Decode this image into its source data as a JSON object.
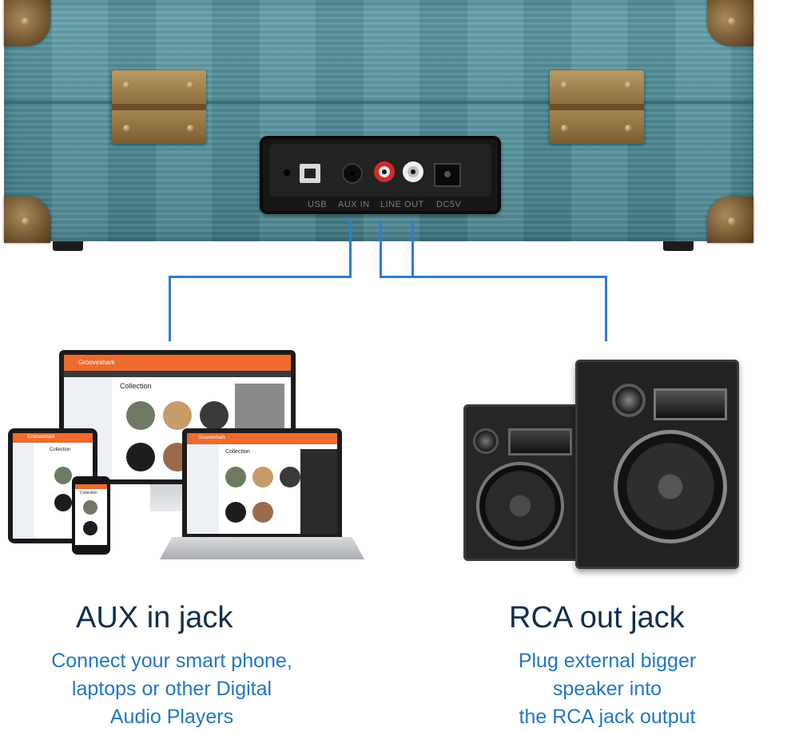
{
  "panel_ports": {
    "usb_label": "USB",
    "aux_label": "AUX IN",
    "line_out_label": "LINE OUT",
    "power_label": "DC5V"
  },
  "devices_screen": {
    "app_name": "Grooveshark",
    "collection_title": "Collection"
  },
  "left_section": {
    "heading": "AUX in jack",
    "caption_lines": [
      "Connect your smart phone,",
      "laptops or other Digital",
      "Audio Players"
    ]
  },
  "right_section": {
    "heading": "RCA out jack",
    "caption_lines": [
      "Plug external bigger",
      "speaker into",
      "the RCA jack output"
    ]
  },
  "colors": {
    "case_teal": "#4d8d98",
    "connector_blue": "#2c7dd1",
    "heading_navy": "#0f2f4a",
    "caption_blue": "#2177c4",
    "app_accent": "#ef6a2c"
  },
  "icons": [
    "turntable-case",
    "aux-jack",
    "rca-jack-red",
    "rca-jack-white",
    "usb-port",
    "dc-power-port",
    "desktop-monitor",
    "tablet",
    "laptop",
    "smartphone",
    "speaker-pair"
  ]
}
